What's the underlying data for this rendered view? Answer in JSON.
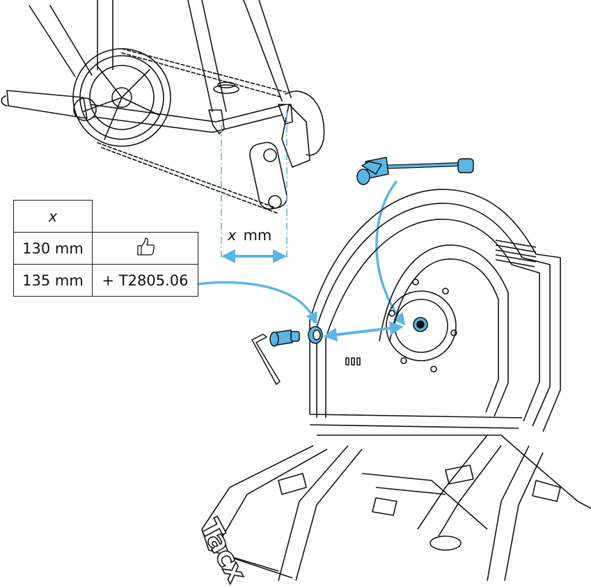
{
  "table": {
    "header": "x",
    "rows": [
      {
        "size": "130 mm",
        "result_icon": "thumbs-up-icon"
      },
      {
        "size": "135 mm",
        "result": "+ T2805.06"
      }
    ]
  },
  "dimension": {
    "variable": "x",
    "unit": "mm"
  },
  "brand": "Tacx",
  "colors": {
    "accent": "#5bb5e5",
    "line": "#111111",
    "part_fill": "#5bb5e5"
  }
}
